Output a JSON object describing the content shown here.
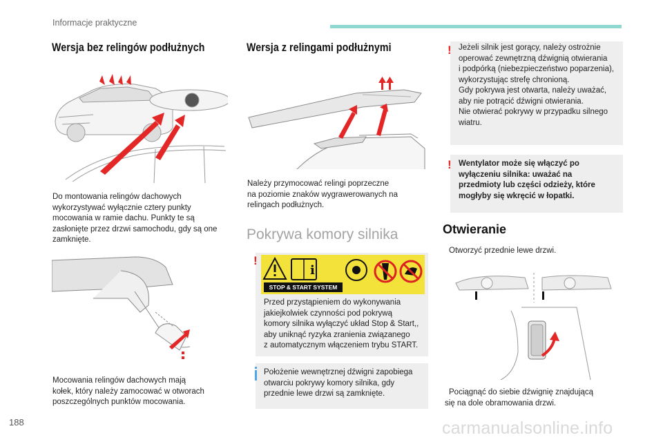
{
  "header": {
    "section_label": "Informacje praktyczne"
  },
  "left_column": {
    "heading": "Wersja bez relingów podłużnych",
    "paragraph1": "Do montowania relingów dachowych\nwykorzystywać wyłącznie cztery punkty\nmocowania w ramie dachu. Punkty te są\nzasłonięte przez drzwi samochodu, gdy są one\nzamknięte.",
    "paragraph2": "Mocowania relingów dachowych mają\nkołek, który należy zamocować w otworach\nposzczególnych punktów mocowania."
  },
  "middle_column": {
    "heading": "Wersja z relingami podłużnymi",
    "paragraph1": "Należy przymocować relingi poprzeczne\nna poziomie znaków wygrawerowanych na\nrelingach podłużnych.",
    "section_title": "Pokrywa komory silnika",
    "warning_label_text": "STOP & START SYSTEM",
    "warning_text": "Przed przystąpieniem do wykonywania\njakiejkolwiek czynności pod pokrywą\nkomory silnika wyłączyć układ Stop & Start,,\naby uniknąć ryzyka zranienia związanego\nz automatycznym włączeniem trybu START.",
    "info_text": "Położenie wewnętrznej dźwigni zapobiega\notwarciu pokrywy komory silnika, gdy\nprzednie lewe drzwi są zamknięte."
  },
  "right_column": {
    "warning1_text": "Jeżeli silnik jest gorący, należy ostrożnie\noperować zewnętrzną dźwignią otwierania\ni podpórką (niebezpieczeństwo poparzenia),\nwykorzystując strefę chronioną.\nGdy pokrywa jest otwarta, należy uważać,\naby nie potrącić dźwigni otwierania.\nNie otwierać pokrywy w przypadku silnego\nwiatru.",
    "warning2_text": "Wentylator może się włączyć po\nwyłączeniu silnika: uważać na\nprzedmioty lub części odzieży, które\nmogłyby się wkręcić w łopatki.",
    "heading": "Otwieranie",
    "step1": "Otworzyć przednie lewe drzwi.",
    "step2": "Pociągnąć do siebie dźwignię znajdującą\nsię na dole obramowania drzwi.",
    "bullet_glyph": ""
  },
  "footer": {
    "page_number": "188",
    "watermark": "carmanualsonline.info"
  },
  "colors": {
    "accent_teal": "#8fd8d2",
    "warning_red": "#e32626",
    "info_blue": "#4ea7e6",
    "box_grey": "#eeeeee",
    "label_yellow": "#f2e23a"
  },
  "icons": [
    "warning-exclamation-icon",
    "info-bar-icon",
    "manual-book-icon",
    "fan-icon",
    "no-tie-icon",
    "no-hand-icon",
    "arrow-icon"
  ]
}
